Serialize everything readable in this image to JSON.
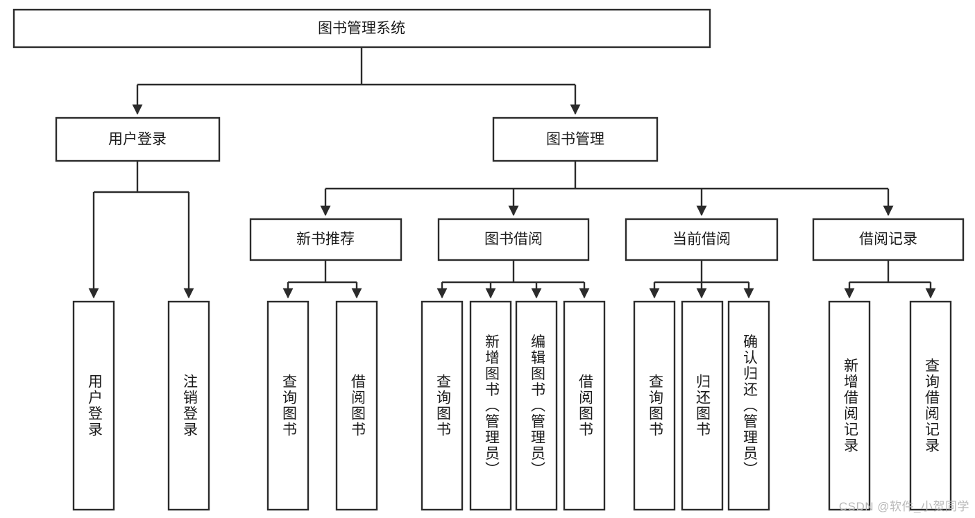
{
  "diagram": {
    "title": "图书管理系统",
    "type": "tree-hierarchy-chart",
    "orientation": "top-down",
    "colors": {
      "stroke": "#2b2b2b",
      "fill": "#ffffff",
      "text": "#1b1b1b",
      "watermark": "#b9b9b9",
      "background": "#ffffff"
    },
    "root": {
      "label": "图书管理系统"
    },
    "level2": [
      {
        "label": "用户登录"
      },
      {
        "label": "图书管理"
      }
    ],
    "level3": [
      {
        "label": "新书推荐"
      },
      {
        "label": "图书借阅"
      },
      {
        "label": "当前借阅"
      },
      {
        "label": "借阅记录"
      }
    ],
    "leaves": {
      "user_login": [
        {
          "label": "用户登录"
        },
        {
          "label": "注销登录"
        }
      ],
      "new_book_recommend": [
        {
          "label": "查询图书"
        },
        {
          "label": "借阅图书"
        }
      ],
      "book_borrow": [
        {
          "label": "查询图书"
        },
        {
          "label": "新增图书（管理员）"
        },
        {
          "label": "编辑图书（管理员）"
        },
        {
          "label": "借阅图书"
        }
      ],
      "current_borrow": [
        {
          "label": "查询图书"
        },
        {
          "label": "归还图书"
        },
        {
          "label": "确认归还（管理员）"
        }
      ],
      "borrow_records": [
        {
          "label": "新增借阅记录"
        },
        {
          "label": "查询借阅记录"
        }
      ]
    }
  },
  "watermark": {
    "text": "CSDN @软件_小贺同学"
  }
}
